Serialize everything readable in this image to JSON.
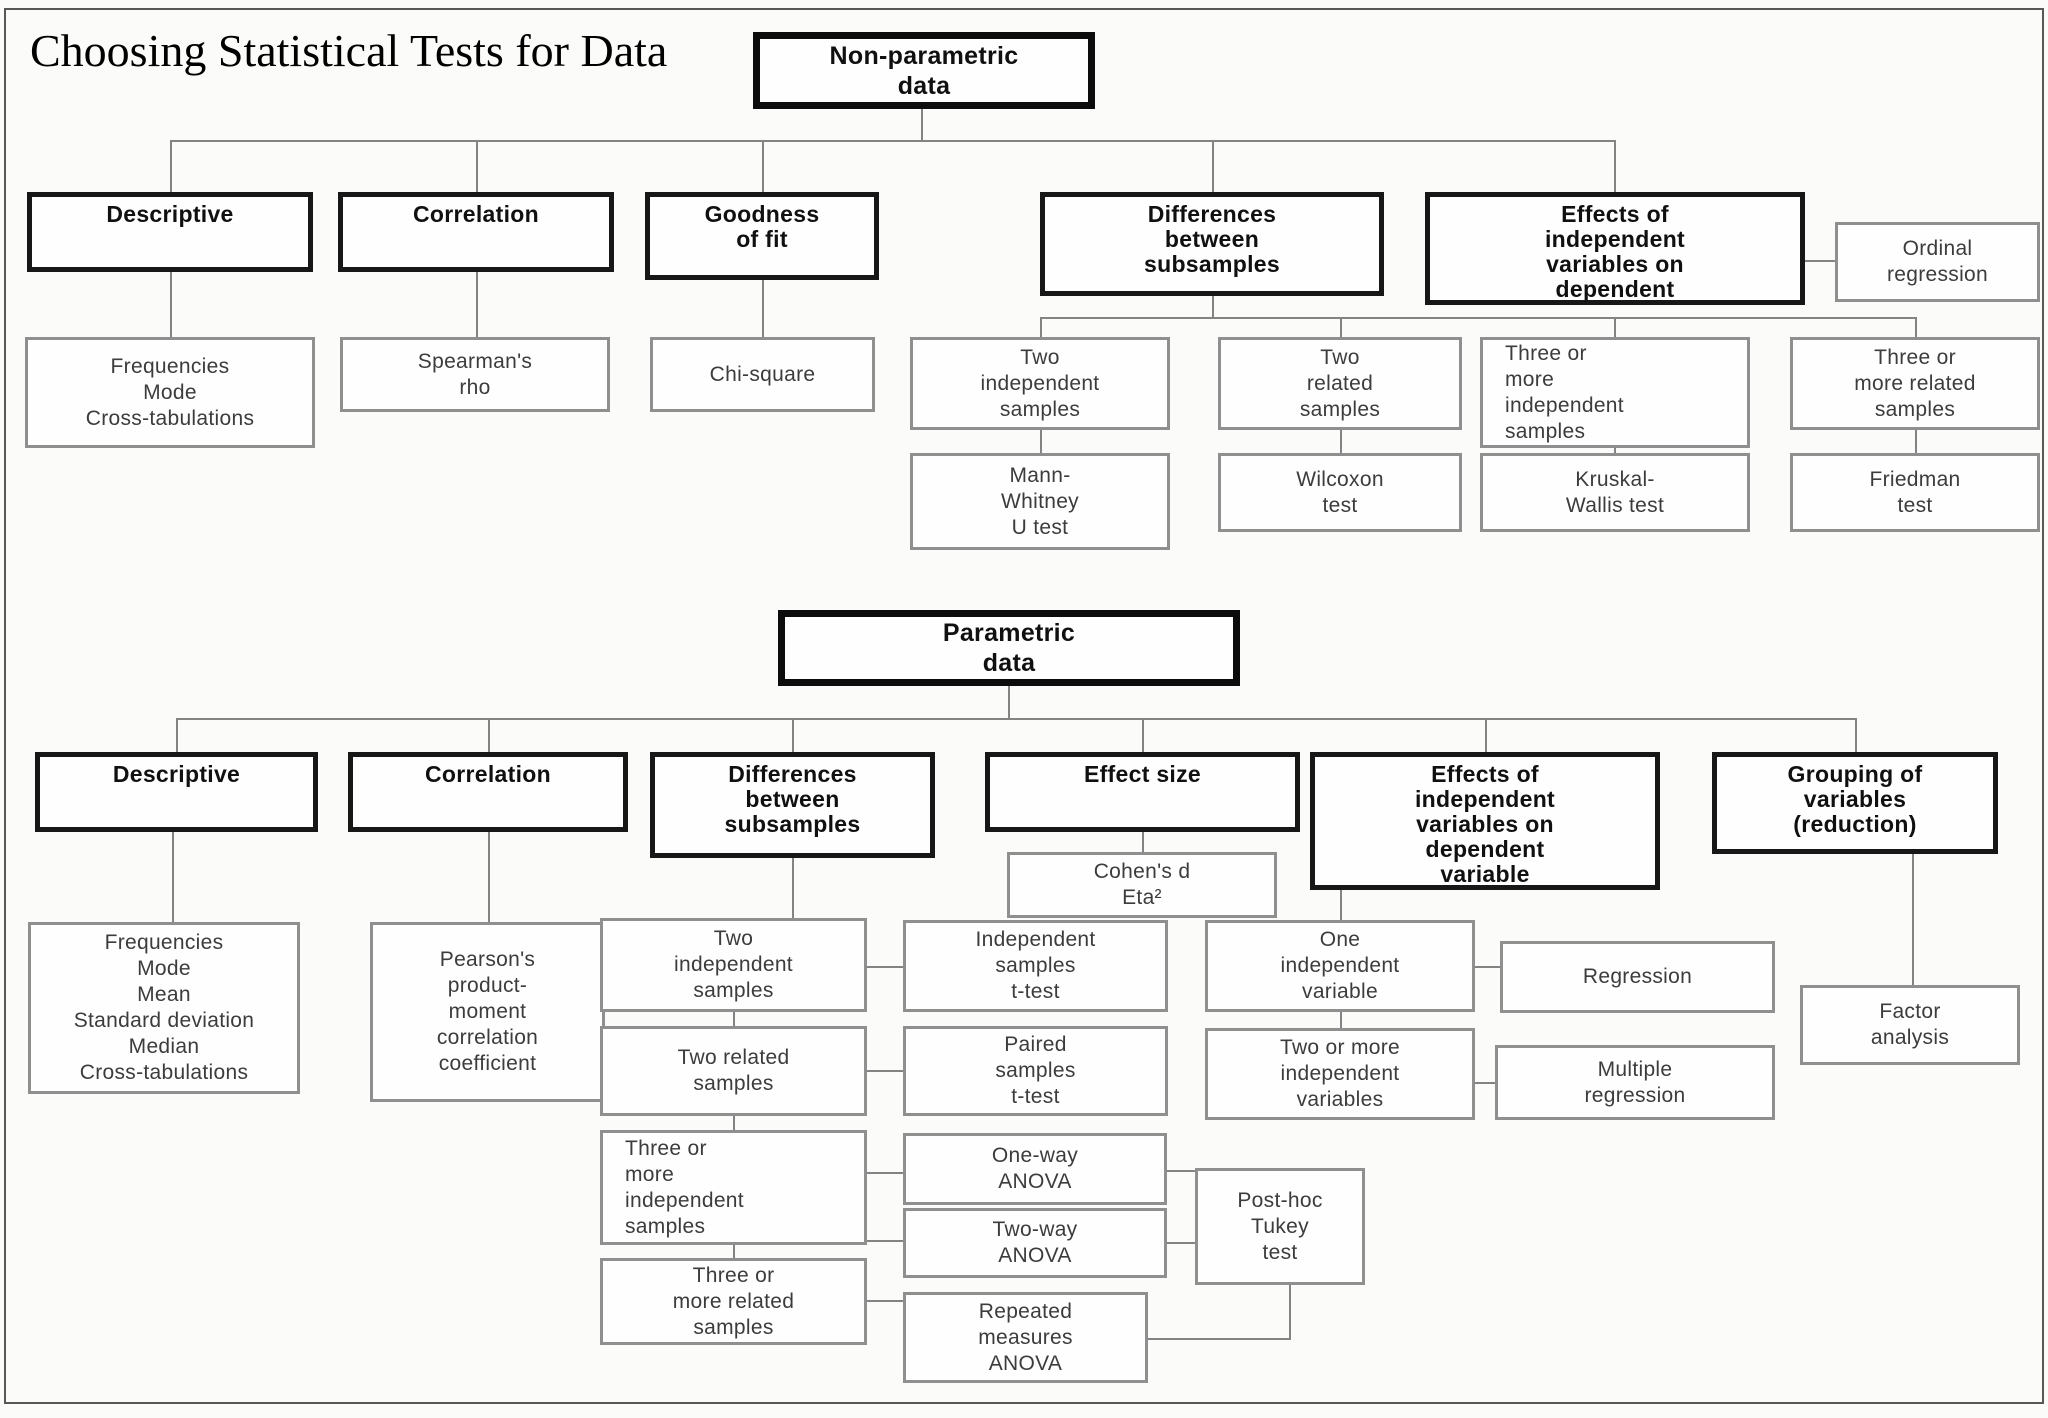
{
  "title": "Choosing Statistical Tests for Data",
  "colors": {
    "box_border_strong": "#171717",
    "box_border_light": "#8f8f8f",
    "connector": "#838383",
    "background": "#fbfbf9"
  },
  "np": {
    "root": "Non-parametric\ndata",
    "descriptive": "Descriptive",
    "correlation": "Correlation",
    "goodness": "Goodness\nof fit",
    "differences": "Differences\nbetween\nsubsamples",
    "effects": "Effects of\nindependent\nvariables on\ndependent",
    "ordinal": "Ordinal\nregression",
    "freq": "Frequencies\nMode\nCross-tabulations",
    "spearman": "Spearman's\nrho",
    "chisq": "Chi-square",
    "two_ind": "Two\nindependent\nsamples",
    "two_rel": "Two\nrelated\nsamples",
    "three_ind": "Three or\nmore\nindependent\nsamples",
    "three_rel": "Three or\nmore related\nsamples",
    "mann": "Mann-\nWhitney\nU test",
    "wilcoxon": "Wilcoxon\ntest",
    "kruskal": "Kruskal-\nWallis test",
    "friedman": "Friedman\ntest"
  },
  "p": {
    "root": "Parametric\ndata",
    "descriptive": "Descriptive",
    "correlation": "Correlation",
    "differences": "Differences\nbetween\nsubsamples",
    "effect_size": "Effect size",
    "effects": "Effects of\nindependent\nvariables on\ndependent\nvariable",
    "grouping": "Grouping of\nvariables\n(reduction)",
    "freq": "Frequencies\nMode\nMean\nStandard deviation\nMedian\nCross-tabulations",
    "pearson": "Pearson's\nproduct-\nmoment\ncorrelation\ncoefficient",
    "cohen": "Cohen's d\nEta²",
    "two_ind": "Two\nindependent\nsamples",
    "ind_t": "Independent\nsamples\nt-test",
    "two_rel": "Two related\nsamples",
    "paired_t": "Paired\nsamples\nt-test",
    "three_ind": "Three or\nmore\nindependent\nsamples",
    "oneway": "One-way\nANOVA",
    "twoway": "Two-way\nANOVA",
    "posthoc": "Post-hoc\nTukey\ntest",
    "three_rel": "Three or\nmore related\nsamples",
    "repeated": "Repeated\nmeasures\nANOVA",
    "one_iv": "One\nindependent\nvariable",
    "regression": "Regression",
    "two_iv": "Two or more\nindependent\nvariables",
    "mult_reg": "Multiple\nregression",
    "factor": "Factor\nanalysis"
  }
}
